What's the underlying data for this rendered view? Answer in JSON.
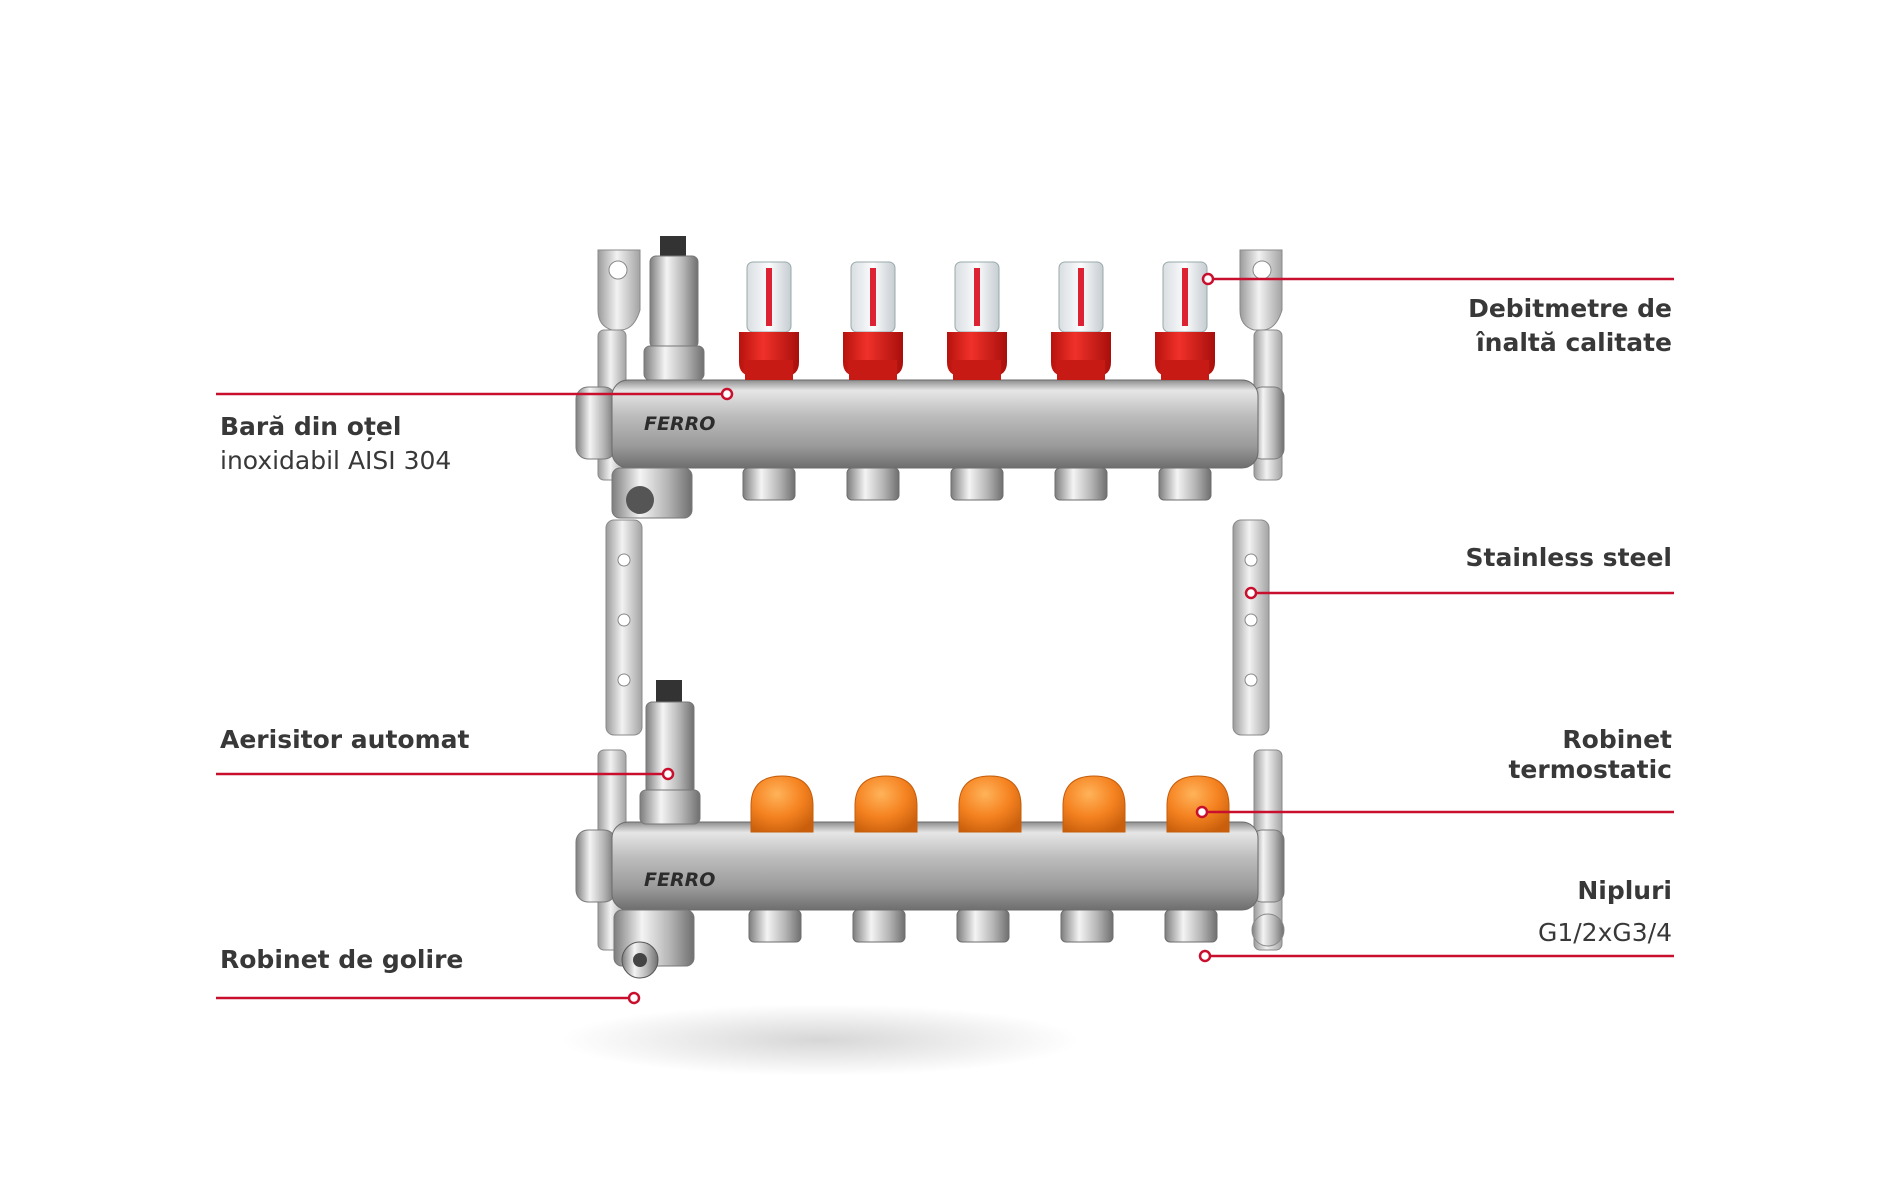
{
  "product": {
    "brand_logo": "FERRO"
  },
  "callouts": {
    "bar": {
      "title": "Bară din oțel",
      "subtitle": "inoxidabil AISI 304"
    },
    "aerator": {
      "title": "Aerisitor automat"
    },
    "drain": {
      "title": "Robinet de golire"
    },
    "flowmeters": {
      "title_line1": "Debitmetre de",
      "title_line2": "înaltă calitate"
    },
    "stainless": {
      "title": "Stainless steel"
    },
    "thermostatic": {
      "title_line1": "Robinet",
      "title_line2": "termostatic"
    },
    "nipples": {
      "title": "Nipluri",
      "subtitle": "G1/2xG3/4"
    }
  },
  "colors": {
    "leader_line": "#c8102e",
    "flowmeter_cap": "#e0261f",
    "thermostatic_cap": "#f58220",
    "steel": "#c9c9c9",
    "text": "#383838"
  },
  "icons": {
    "flowmeter": "red-flowmeter-icon",
    "valve_cap": "orange-valve-cap-icon",
    "air_vent": "air-vent-icon",
    "drain_valve": "drain-valve-icon"
  }
}
